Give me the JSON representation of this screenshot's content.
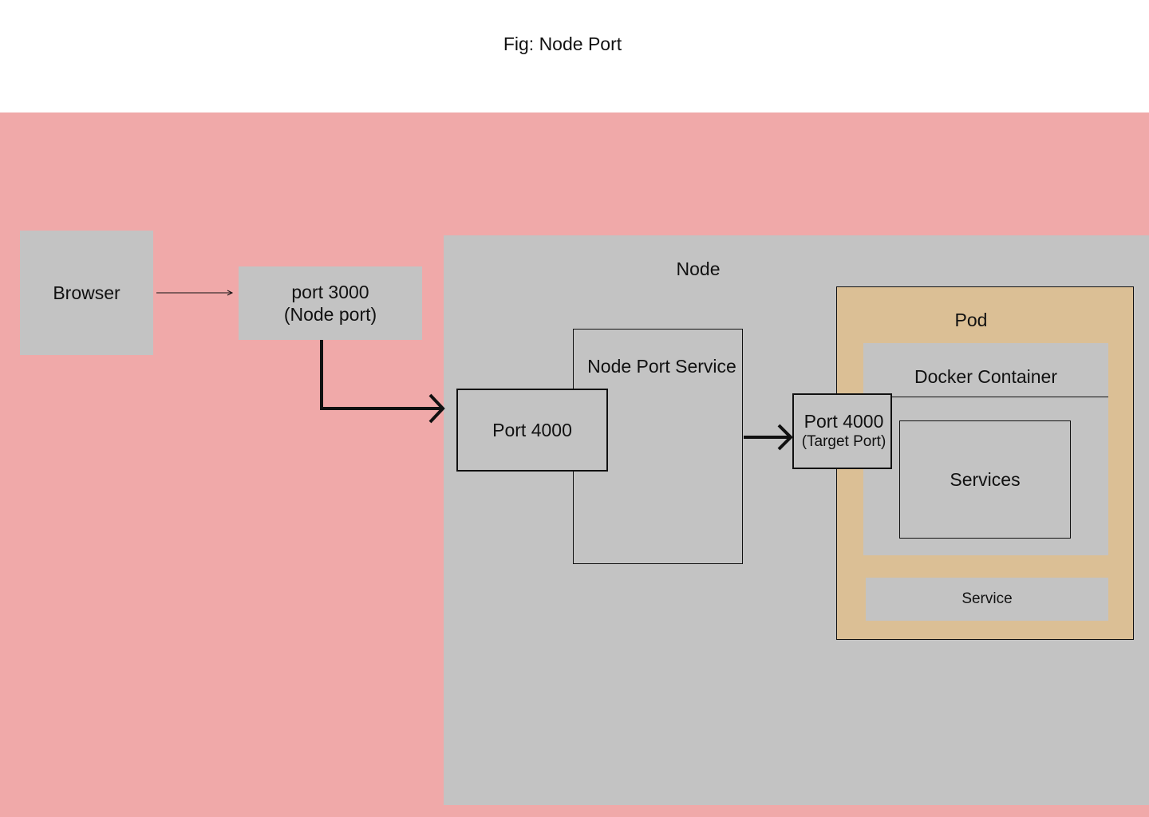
{
  "caption": "Fig: Node Port",
  "colors": {
    "cluster": "#f0a9a9",
    "node": "#c3c3c3",
    "box": "#c3c3c3",
    "pod": "#dbbf95",
    "border": "#111111"
  },
  "browser": {
    "label": "Browser"
  },
  "node_port": {
    "line1": "port 3000",
    "line2": "(Node port)"
  },
  "node": {
    "title": "Node",
    "service": {
      "title": "Node Port Service",
      "port_label": "Port 4000"
    },
    "target_port": {
      "line1": "Port 4000",
      "line2": "(Target Port)"
    },
    "pod": {
      "title": "Pod",
      "container": {
        "title": "Docker Container",
        "inner_label": "Services"
      },
      "service_bar": "Service"
    }
  }
}
